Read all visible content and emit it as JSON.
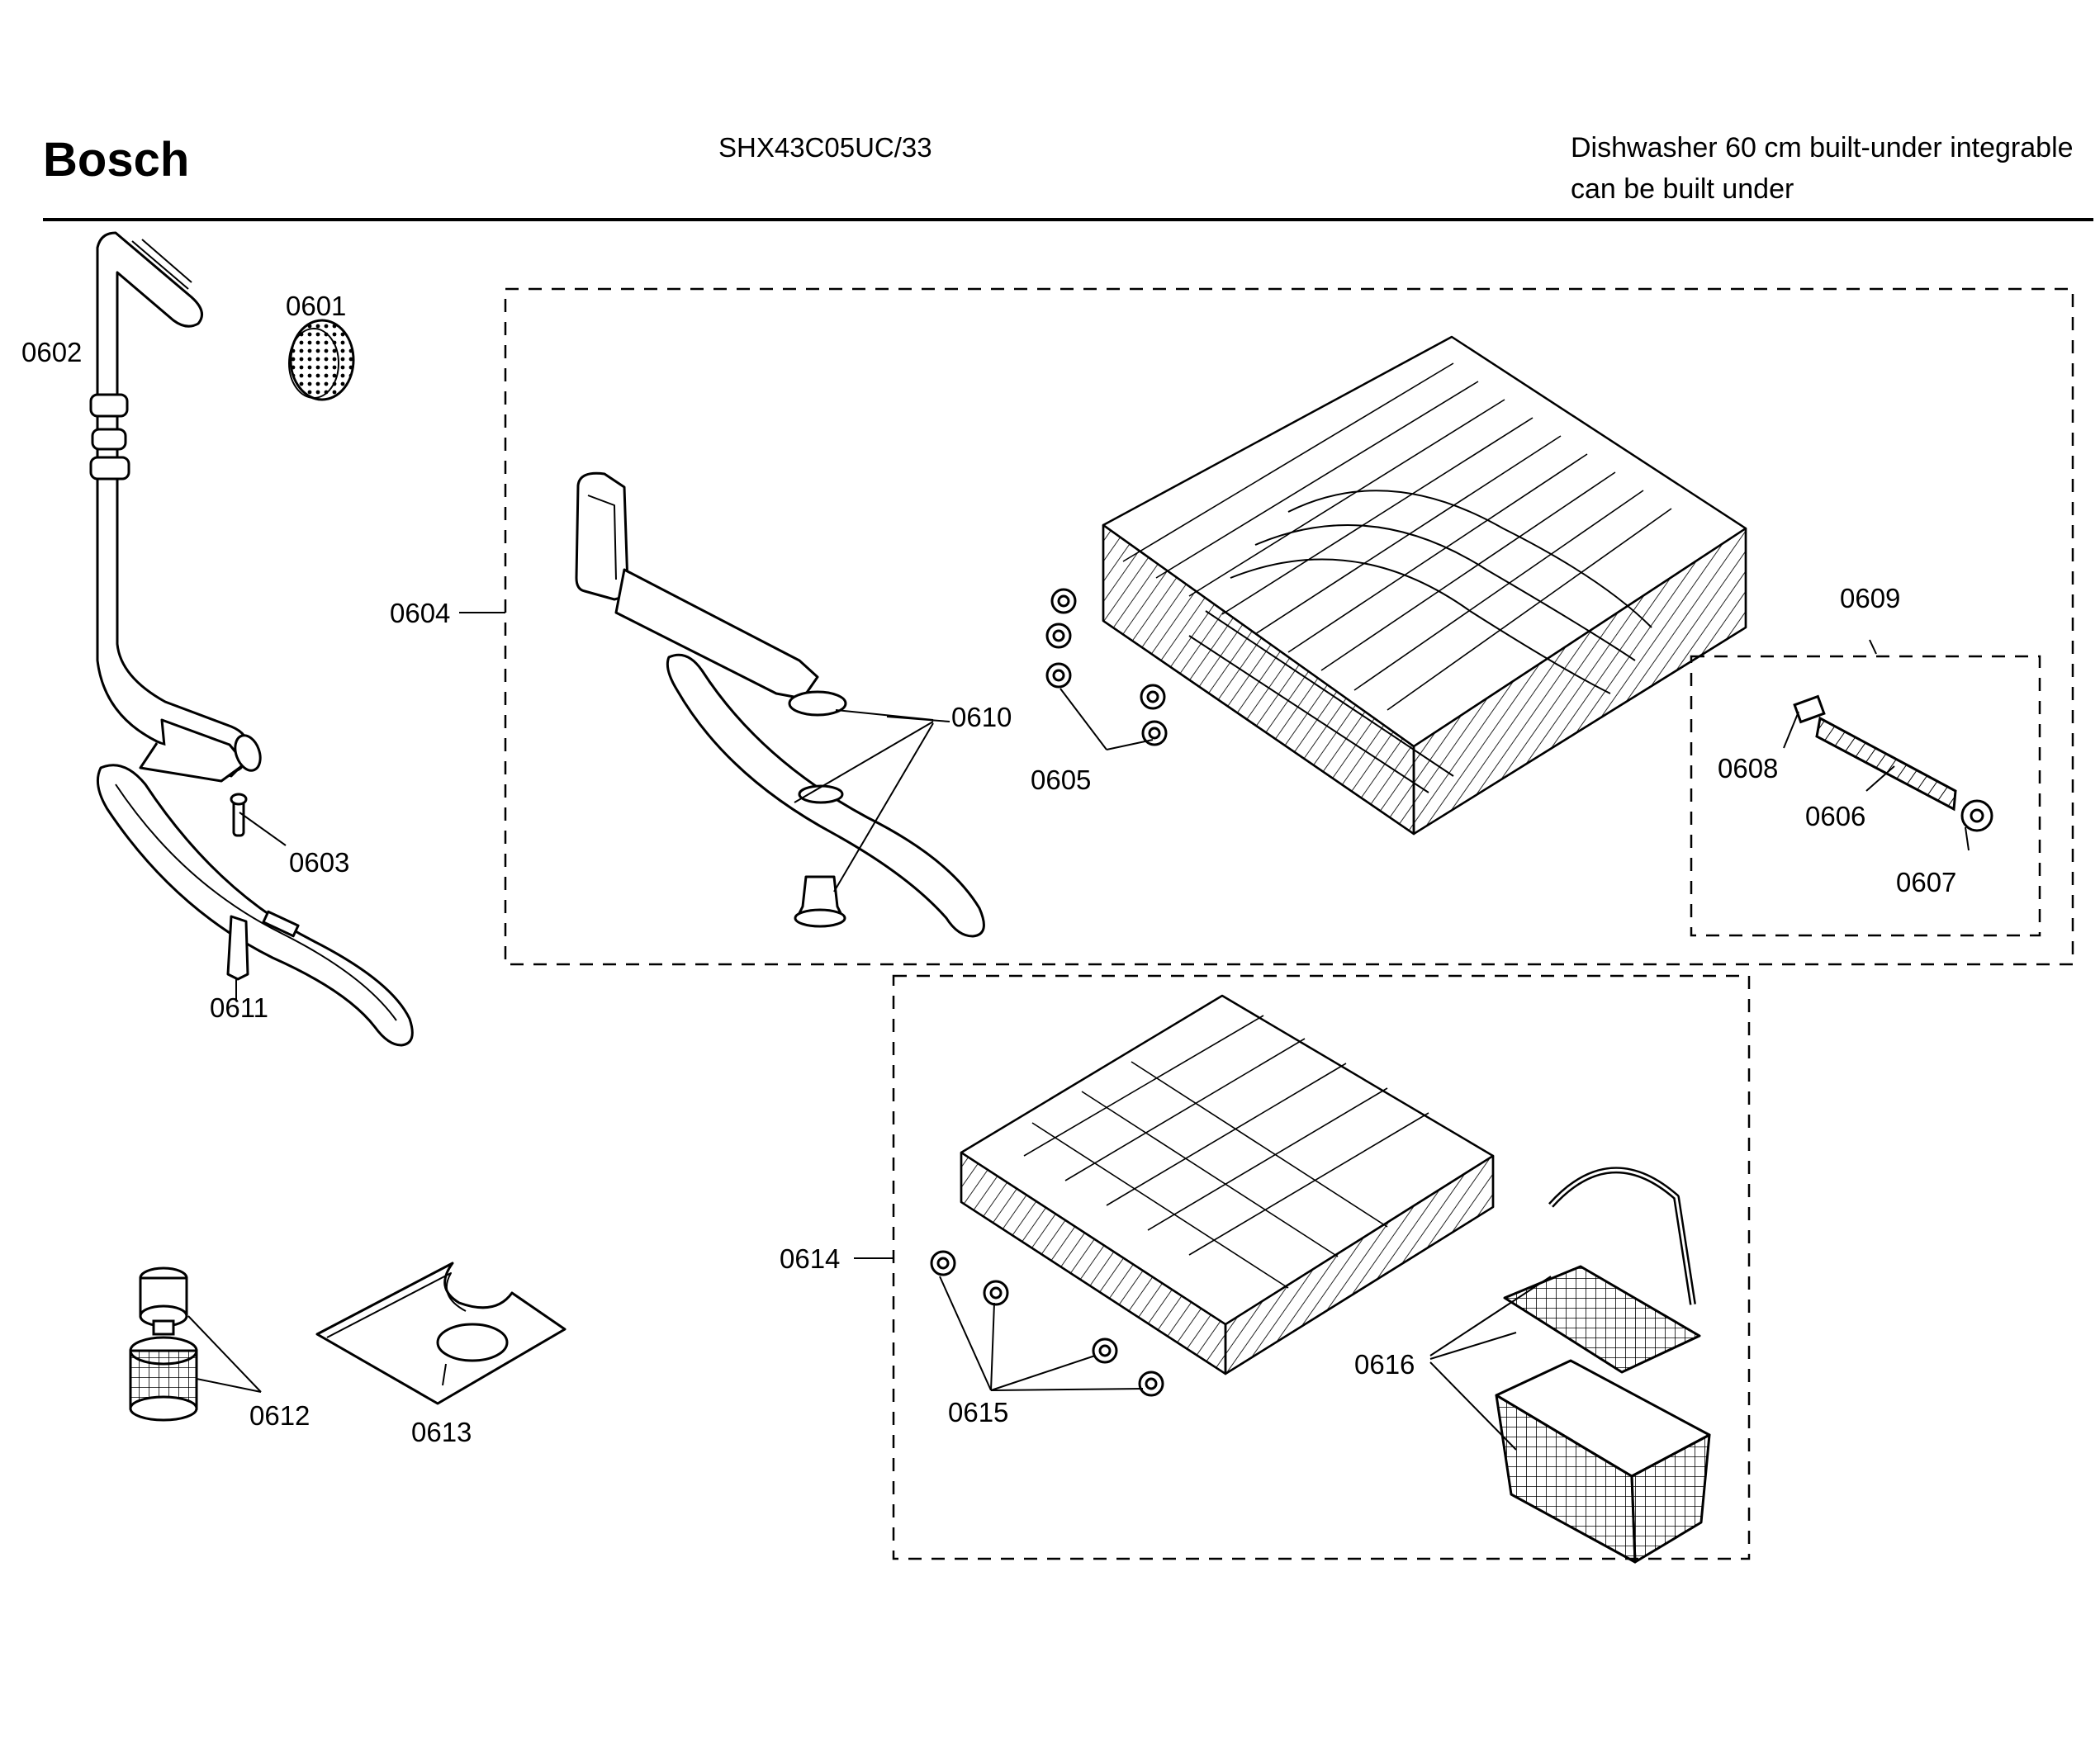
{
  "header": {
    "brand": "Bosch",
    "model": "SHX43C05UC/33",
    "description_line1": "Dishwasher 60 cm built-under integrable",
    "description_line2": "can be built under"
  },
  "parts": {
    "p0601": "0601",
    "p0602": "0602",
    "p0603": "0603",
    "p0604": "0604",
    "p0605": "0605",
    "p0606": "0606",
    "p0607": "0607",
    "p0608": "0608",
    "p0609": "0609",
    "p0610": "0610",
    "p0611": "0611",
    "p0612": "0612",
    "p0613": "0613",
    "p0614": "0614",
    "p0615": "0615",
    "p0616": "0616"
  }
}
